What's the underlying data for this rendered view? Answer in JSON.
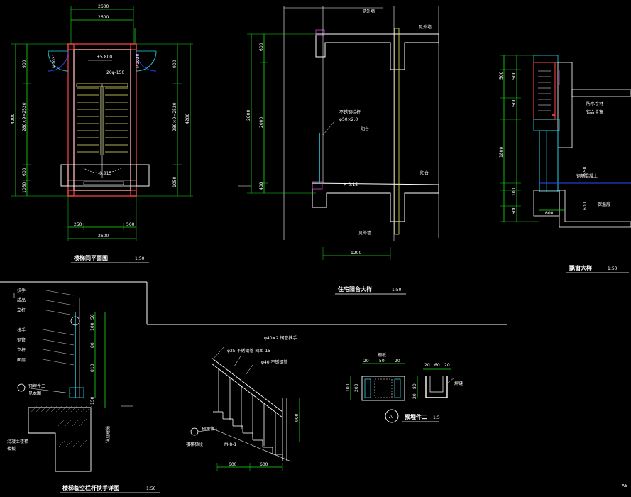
{
  "colors": {
    "background": "#000000",
    "wall": "#e03a3a",
    "dimension": "#19e019",
    "outline": "#ffffff",
    "stair": "#e8e86a",
    "cyan": "#27d0e6",
    "blue": "#2a4cff",
    "magenta": "#d040d0",
    "hatch": "#9a9a9a"
  },
  "plan": {
    "title": "楼梯间平面图",
    "scale": "1:50",
    "top_dim_1": "2600",
    "top_dim_2": "2600",
    "bottom_dim": "2600",
    "bottom_sub_left": "250",
    "bottom_sub_right": "500",
    "left_total": "4200",
    "left_mid": "280×9=2520",
    "right_total": "4200",
    "right_mid": "280×9=2520",
    "left_dim_1": "900",
    "left_dim_2": "600",
    "left_dim_3": "1050",
    "right_dim_1": "900",
    "right_dim_2": "1050",
    "level_top": "±5.800",
    "level_bottom": "-0.015",
    "stair_label": "20φ-150",
    "door_left": "M1021",
    "door_right": "M1020"
  },
  "section": {
    "title": "住宅阳台大样",
    "scale": "1:50",
    "height_total": "2800",
    "height_upper": "600",
    "height_mid": "2000",
    "height_lower": "400",
    "bottom_dim": "1200",
    "rail_label": "不锈钢栏杆",
    "rail_spec": "φ50×2.0",
    "level_label": "H-0.15",
    "floor_label_1": "阳台",
    "floor_label_2": "阳台",
    "side_label": "见外墙"
  },
  "window": {
    "title": "飘窗大样",
    "scale": "1:50",
    "dims_left": [
      "500",
      "500",
      "500",
      "1800",
      "100",
      "500",
      "600"
    ],
    "dim_1850": "1850",
    "bottom_dim": "600",
    "note_1": "防水卷材",
    "note_2": "铝合金窗",
    "note_3": "钢筋混凝土",
    "note_4": "保温层"
  },
  "rail_detail": {
    "title": "楼梯临空栏杆扶手详图",
    "scale": "1:50",
    "dims": [
      "50",
      "100",
      "80",
      "810",
      "150"
    ],
    "notes": [
      "扶手",
      "成品",
      "立杆",
      "扶手",
      "钢管",
      "立杆",
      "面层"
    ],
    "circle_label": "预埋件二",
    "circle_sub": "见本图",
    "floor_note_1": "混凝土楼梯",
    "floor_note_2": "楼板",
    "right_label": "详见建施"
  },
  "stair_rail": {
    "notes": [
      "φ40×2 钢管扶手",
      "φ25 不锈钢管 间距 15",
      "φ40 不锈钢管"
    ],
    "bottom_dims": [
      "600",
      "600"
    ],
    "height_dim": "900",
    "bottom_label": "预埋件二",
    "bottom_note": "楼梯梯段",
    "bottom_note_2": "M-8-1"
  },
  "embed": {
    "title": "预埋件二",
    "scale": "1:5",
    "circle": "A",
    "top_label": "钢板",
    "dims_top": [
      "20",
      "50",
      "20"
    ],
    "dims_side": [
      "100",
      "200"
    ],
    "dims_right_top": [
      "20",
      "60",
      "20"
    ],
    "dims_right_side": [
      "80",
      "20"
    ],
    "right_label": "焊缝"
  },
  "corner_mark": "A6"
}
